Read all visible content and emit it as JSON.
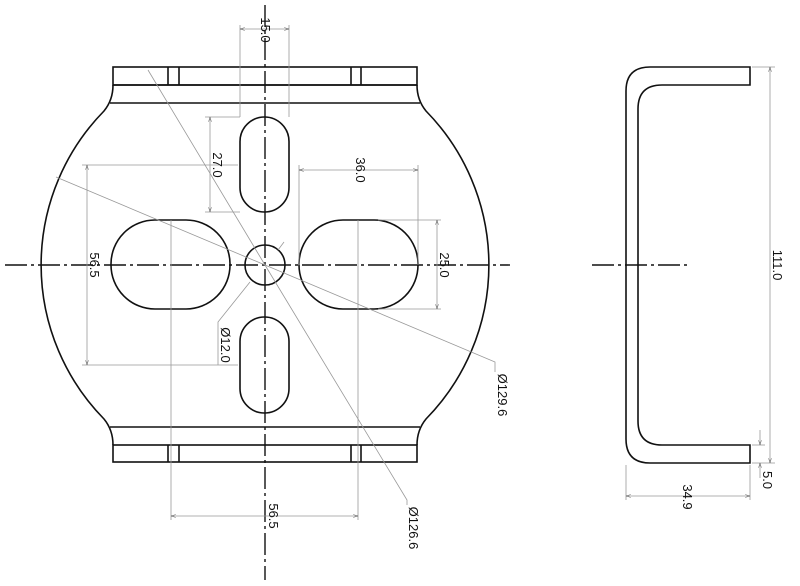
{
  "drawing": {
    "front_view": {
      "dimensions": {
        "slot_width": "15.0",
        "slot_length": "27.0",
        "side_slot_offset": "36.0",
        "side_slot_height": "25.0",
        "left_span": "56.5",
        "bottom_span": "56.5",
        "center_hole": "Ø12.0",
        "outer_diameter": "Ø129.6",
        "inner_diameter": "Ø126.6"
      }
    },
    "side_view": {
      "dimensions": {
        "height": "111.0",
        "flange": "5.0",
        "depth": "34.9"
      }
    },
    "colors": {
      "line": "#111111",
      "dimension_line": "#999999",
      "background": "#ffffff"
    }
  }
}
